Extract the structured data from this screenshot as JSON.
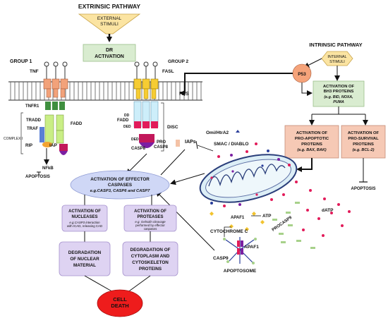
{
  "extrinsic": {
    "title": "EXTRINSIC PATHWAY",
    "stimuli_1": "EXTERNAL",
    "stimuli_2": "STIMULI",
    "dr_1": "DR",
    "dr_2": "ACTIVATION"
  },
  "groups": {
    "g1": "GROUP 1",
    "g2": "GROUP 2"
  },
  "receptors": {
    "tnf": "TNF",
    "fasl": "FASL",
    "tnfr1": "TNFR1",
    "fas": "FAS"
  },
  "complex1": {
    "tradd": "TRADD",
    "traf": "TRAF",
    "fadd": "FADD",
    "complex": "COMPLEX I",
    "rip": "RIP",
    "iap": "IAP",
    "nfkb": "NFkB",
    "apoptosis": "APOPTOSIS"
  },
  "disc": {
    "fadd": "FADD",
    "dd": "DD",
    "ded": "DED",
    "ded2": "DED",
    "label": "DISC",
    "casp8": "CASP8",
    "pro1": "PRO",
    "pro2": "CASP8"
  },
  "regulators": {
    "iaps": "IAPs",
    "omi": "Omi/HtrA2",
    "smac": "SMAC / DIABLO"
  },
  "intrinsic": {
    "title": "INTRINSIC PATHWAY",
    "stimuli_1": "INTERNAL",
    "stimuli_2": "STIMULI",
    "p53": "P53",
    "bh3": [
      "ACTIVATION OF",
      "BH3 PROTEINS",
      "(e.g. BID, NOXA,",
      "PUMA"
    ],
    "pro_apop": [
      "ACTIVATION OF",
      "PRO-APOPTOTIC",
      "PROTEINS",
      "(e.g. BAX, BAK)"
    ],
    "pro_surv": [
      "ACTIVATION OF",
      "PRO-SURVIVAL",
      "PROTEINS",
      "(e.g. BCL-2)"
    ],
    "apoptosis": "APOPTOSIS"
  },
  "mito": {
    "datp": "dATP",
    "atp": "ATP",
    "apaf1_top": "APAF1",
    "cytc": "CYTOCHROME C",
    "procasp9": "PROCASP9",
    "apaf1": "APAF1",
    "casp9": "CASP9",
    "apoptosome": "APOPTOSOME"
  },
  "effector": {
    "line1": "ACTIVATION OF EFFECTOR",
    "line2": "CASPASES",
    "line3": "e.g.CASP3, CASP6 and CASP7"
  },
  "nucleases": {
    "title": [
      "ACTIVATION OF",
      "NUCLEASES"
    ],
    "sub": [
      "e.g.CASP3 interaction",
      "with ICAD, releasing CAD"
    ]
  },
  "proteases": {
    "title": [
      "ACTIVATION OF",
      "PROTEASES"
    ],
    "sub": [
      "e.g. Gelsolin cleavage",
      "performed by effector",
      "caspases"
    ]
  },
  "deg_nuc": [
    "DEGRADATION",
    "OF NUCLEAR",
    "MATERIAL"
  ],
  "deg_cyto": [
    "DEGRADATION OF",
    "CYTOPLASM AND",
    "CYTOSKELETON",
    "PROTEINS"
  ],
  "cell_death": [
    "CELL",
    "DEATH"
  ],
  "colors": {
    "green_box": "#d9ecd0",
    "salmon_box": "#f6c9b5",
    "purple_box": "#ded3f2",
    "blue_ellipse": "#cfd7f6",
    "red": "#ee1c1c",
    "yellow_arrow": "#fbe4a2"
  }
}
